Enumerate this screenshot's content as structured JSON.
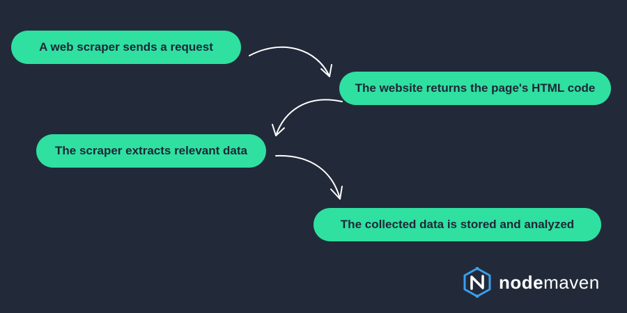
{
  "steps": [
    {
      "label": "A web scraper sends a request"
    },
    {
      "label": "The website returns the page's HTML code"
    },
    {
      "label": "The scraper extracts relevant data"
    },
    {
      "label": "The collected data is stored and analyzed"
    }
  ],
  "logo": {
    "part1": "node",
    "part2": "maven"
  },
  "colors": {
    "background": "#222a3a",
    "pill": "#2fe0a0",
    "pill_text": "#1f2636",
    "arrow": "#ffffff",
    "logo_blue": "#3aa0f0"
  }
}
